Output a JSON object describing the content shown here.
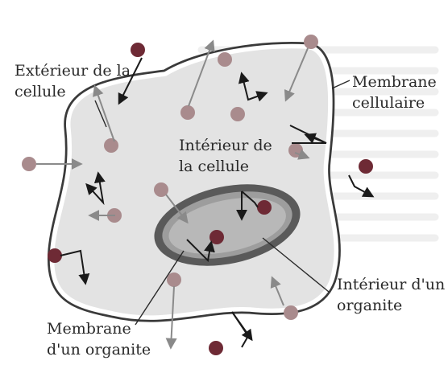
{
  "labels": {
    "exterior": [
      "Extérieur de la",
      "cellule"
    ],
    "membrane": [
      "Membrane",
      "cellulaire"
    ],
    "interior": [
      "Intérieur de",
      "la cellule"
    ],
    "organelle_interior": [
      "Intérieur d'un",
      "organite"
    ],
    "organelle_membrane": [
      "Membrane",
      "d'un organite"
    ]
  },
  "colors": {
    "background": "#ffffff",
    "background_text_ghost": "#e7e7e7",
    "membrane_stroke": "#3a3a3a",
    "membrane_fill": "#f1f1f1",
    "cytoplasm": "#e3e3e3",
    "organelle_ring": "#5a5a5a",
    "organelle_inner": "#9d9d9d",
    "organelle_core": "#b8b8b8",
    "molecule_dark": "#6e2a35",
    "molecule_light": "#a98b8d",
    "arrow_dark": "#1a1a1a",
    "arrow_light": "#8a8a8a"
  }
}
